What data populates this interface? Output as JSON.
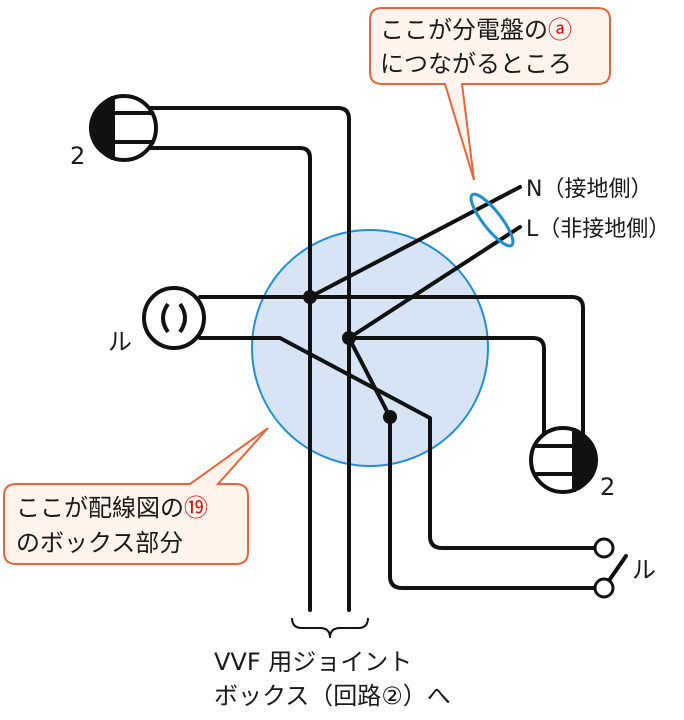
{
  "callout_top": {
    "line1": "ここが分電盤の",
    "marker": "ⓐ",
    "line2": "につながるところ"
  },
  "callout_left": {
    "line1": "ここが配線図の",
    "marker": "⑲",
    "line2": "のボックス部分"
  },
  "labels": {
    "neutral": "N（接地側）",
    "live": "L（非接地側）",
    "lamp_top_num": "2",
    "lamp_right_num": "2",
    "socket_label": "ル",
    "switch_label": "ル",
    "bottom_line1": "VVF 用ジョイント",
    "bottom_line2": "ボックス（回路②）へ"
  },
  "colors": {
    "callout_border": "#e8643c",
    "callout_fill": "#fff4ec",
    "junction_fill": "#d6e4f5",
    "junction_stroke": "#1f8fd0",
    "wire": "#111111",
    "marker_red": "#e01010"
  }
}
